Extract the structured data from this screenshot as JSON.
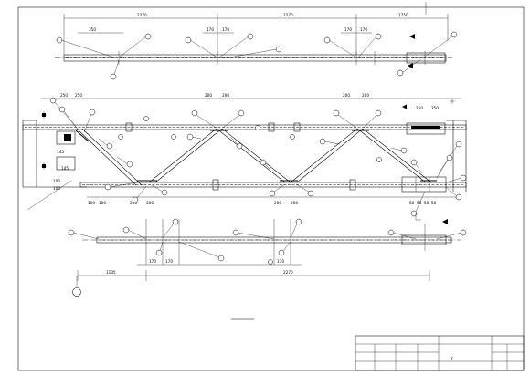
{
  "drawing": {
    "title_block": {
      "scale_note": "F"
    },
    "top_chord": {
      "dims_top": [
        "2270",
        "2270",
        "1750"
      ],
      "dims_small": [
        "350",
        "170",
        "170",
        "170",
        "170"
      ]
    },
    "truss": {
      "dims_top": [
        "250",
        "250",
        "200",
        "200",
        "200",
        "200",
        "250",
        "250"
      ],
      "left_dims": [
        "145",
        "145",
        "100",
        "100"
      ],
      "bottom_dims": [
        "100",
        "100",
        "200",
        "200",
        "200",
        "200",
        "50",
        "50",
        "50",
        "50"
      ]
    },
    "bottom_chord": {
      "dims_mid": [
        "170",
        "170",
        "170"
      ],
      "dims_bottom": [
        "1135",
        "2270"
      ]
    }
  }
}
